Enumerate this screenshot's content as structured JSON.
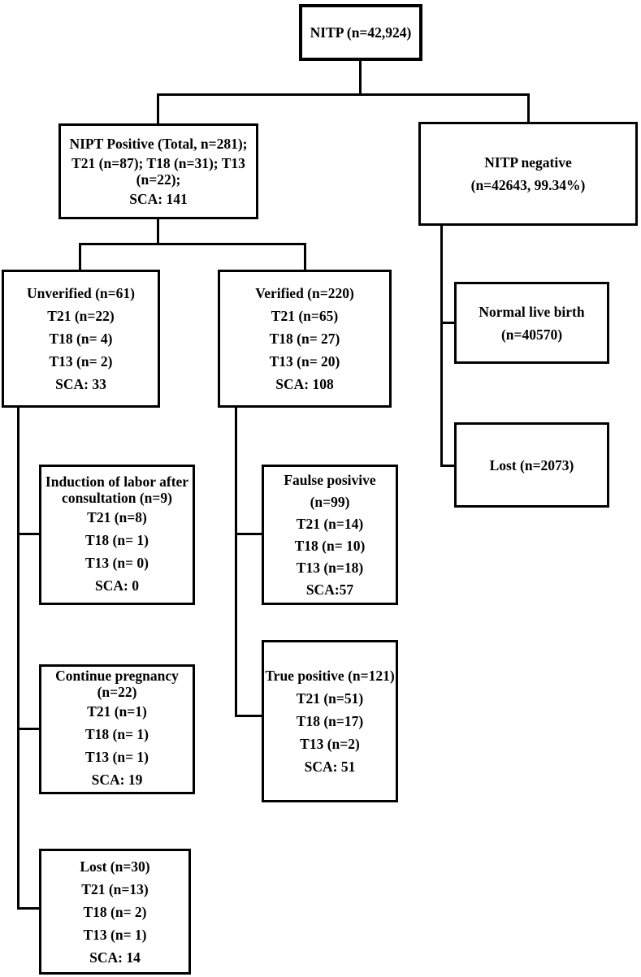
{
  "diagram_title": "NIPT screening outcome flowchart",
  "nodes": {
    "nitp_total": {
      "label": "NITP total",
      "lines": [
        "NITP (n=42,924)"
      ]
    },
    "nipt_positive": {
      "label": "NIPT positive",
      "lines": [
        "NIPT Positive (Total, n=281);",
        "T21 (n=87); T18 (n=31); T13",
        "(n=22);",
        "SCA: 141"
      ]
    },
    "nitp_negative": {
      "label": "NITP negative",
      "lines": [
        "NITP negative",
        "(n=42643, 99.34%)"
      ]
    },
    "unverified": {
      "label": "Unverified",
      "lines": [
        "Unverified (n=61)",
        "T21 (n=22)",
        "T18 (n= 4)",
        "T13 (n= 2)",
        "SCA: 33"
      ]
    },
    "verified": {
      "label": "Verified",
      "lines": [
        "Verified (n=220)",
        "T21 (n=65)",
        "T18 (n= 27)",
        "T13 (n= 20)",
        "SCA: 108"
      ]
    },
    "normal_live_birth": {
      "label": "Normal live birth",
      "lines": [
        "Normal live birth",
        "(n=40570)"
      ]
    },
    "lost_negative": {
      "label": "Lost (negative arm)",
      "lines": [
        "Lost (n=2073)"
      ]
    },
    "induction": {
      "label": "Induction of labor after consultation",
      "lines": [
        "Induction of labor after",
        "consultation (n=9)",
        "T21 (n=8)",
        "T18 (n= 1)",
        "T13 (n= 0)",
        "SCA: 0"
      ]
    },
    "false_positive": {
      "label": "False positive",
      "lines": [
        "Faulse posivive",
        "(n=99)",
        "T21 (n=14)",
        "T18 (n= 10)",
        "T13 (n=18)",
        "SCA:57"
      ]
    },
    "continue_pregnancy": {
      "label": "Continue pregnancy",
      "lines": [
        "Continue pregnancy",
        "(n=22)",
        "T21 (n=1)",
        "T18 (n= 1)",
        "T13 (n= 1)",
        "SCA: 19"
      ]
    },
    "true_positive": {
      "label": "True positive",
      "lines": [
        "True positive (n=121)",
        "T21 (n=51)",
        "T18 (n=17)",
        "T13 (n=2)",
        "SCA: 51"
      ]
    },
    "lost_unverified": {
      "label": "Lost (unverified arm)",
      "lines": [
        "Lost (n=30)",
        "T21 (n=13)",
        "T18 (n= 2)",
        "T13 (n= 1)",
        "SCA: 14"
      ]
    }
  },
  "colors": {
    "line": "#000000",
    "background": "#ffffff",
    "text": "#000000"
  }
}
